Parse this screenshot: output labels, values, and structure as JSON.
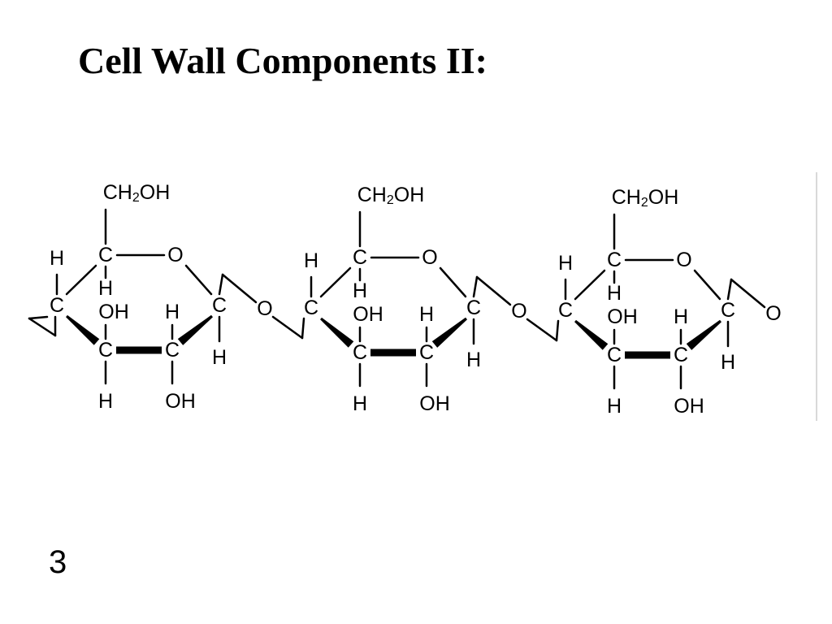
{
  "slide": {
    "title": "Cell Wall Components II:",
    "page_number": "3"
  },
  "diagram": {
    "repeat_units": 3,
    "atoms": {
      "ring_carbon": "C",
      "ring_oxygen": "O",
      "glycosidic_oxygen": "O",
      "hydrogen": "H",
      "hydroxyl": "OH",
      "side_chain_prefix": "CH",
      "side_chain_subscript": "2",
      "side_chain_suffix": "OH"
    }
  }
}
